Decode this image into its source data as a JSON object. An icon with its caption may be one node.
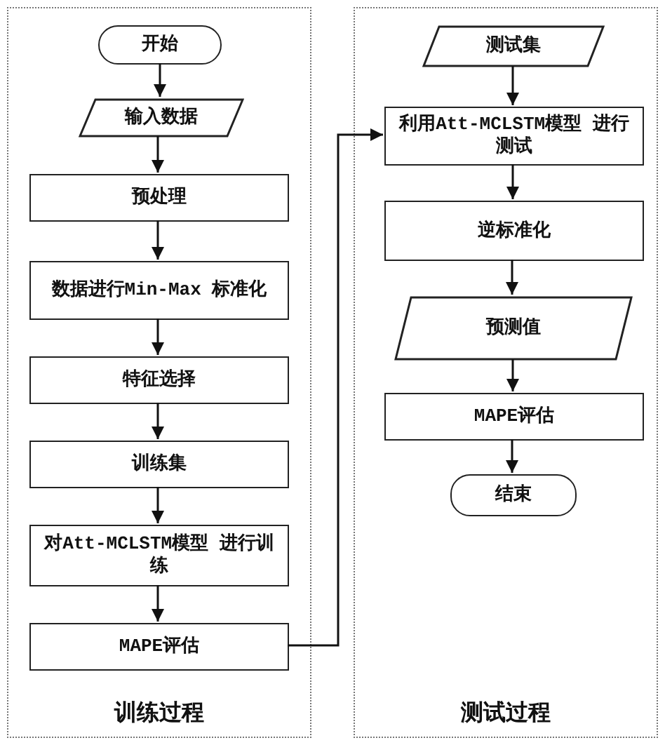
{
  "diagram": {
    "nodes": [
      {
        "text": [
          "训练过程"
        ]
      },
      {
        "text": [
          "开始"
        ],
        "in": 0
      },
      {
        "text": [
          "输入数据"
        ],
        "in": 0
      },
      {
        "text": [
          "预处理"
        ],
        "in": 0
      },
      {
        "text": [
          "数据进行Min-Max 标准化"
        ],
        "in": 0
      },
      {
        "text": [
          "特征选择"
        ],
        "in": 0
      },
      {
        "text": [
          "训练集"
        ],
        "in": 0
      },
      {
        "text": [
          "对Att-MCLSTM模型 进行训练"
        ],
        "in": 0
      },
      {
        "text": [
          "MAPE评估"
        ],
        "in": 0
      },
      {
        "text": [
          "测试过程"
        ]
      },
      {
        "text": [
          "测试集"
        ],
        "in": 9
      },
      {
        "text": [
          "利用Att-MCLSTM模型 进行测试"
        ],
        "in": 9
      },
      {
        "text": [
          "逆标准化"
        ],
        "in": 9
      },
      {
        "text": [
          "预测值"
        ],
        "in": 9
      },
      {
        "text": [
          "MAPE评估"
        ],
        "in": 9
      },
      {
        "text": [
          "结束"
        ],
        "in": 9
      }
    ],
    "edges": [
      {
        "from": 1,
        "to": 2,
        "arrow": "to"
      },
      {
        "from": 2,
        "to": 3,
        "arrow": "to"
      },
      {
        "from": 3,
        "to": 4,
        "arrow": "to"
      },
      {
        "from": 4,
        "to": 5,
        "arrow": "to"
      },
      {
        "from": 5,
        "to": 6,
        "arrow": "to"
      },
      {
        "from": 6,
        "to": 7,
        "arrow": "to"
      },
      {
        "from": 7,
        "to": 8,
        "arrow": "to"
      },
      {
        "from": 8,
        "to": 11,
        "arrow": "to"
      },
      {
        "from": 10,
        "to": 11,
        "arrow": "to"
      },
      {
        "from": 11,
        "to": 12,
        "arrow": "to"
      },
      {
        "from": 12,
        "to": 13,
        "arrow": "to"
      },
      {
        "from": 13,
        "to": 14,
        "arrow": "to"
      },
      {
        "from": 14,
        "to": 15,
        "arrow": "to"
      }
    ]
  }
}
